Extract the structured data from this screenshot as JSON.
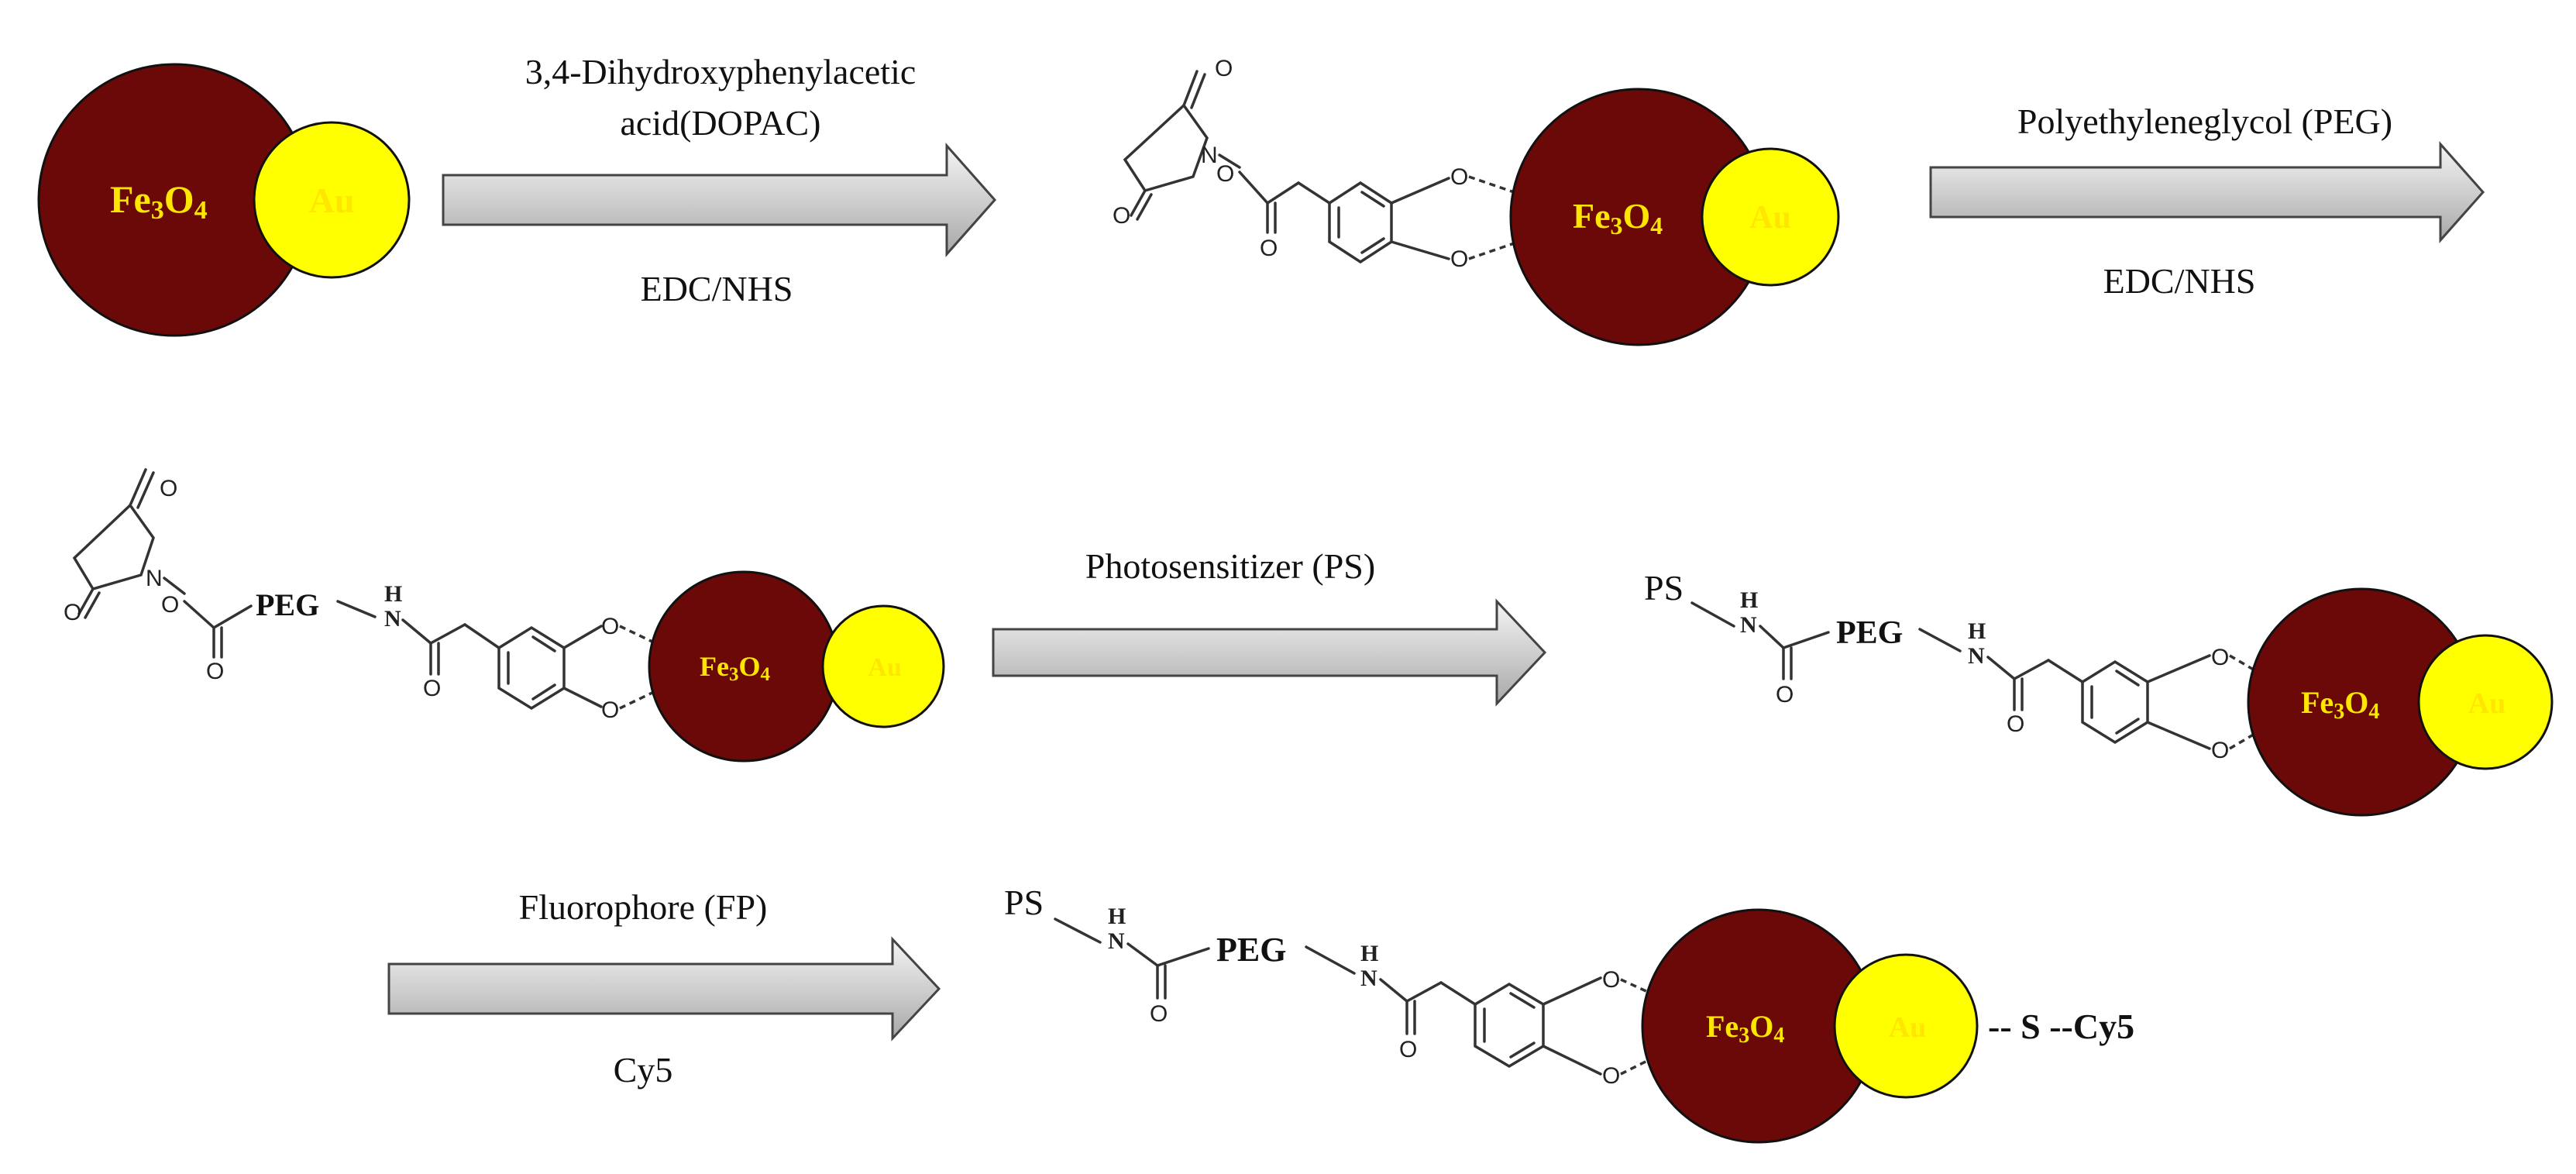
{
  "nanoparticle": {
    "core": "Fe3O4",
    "shell": "Au",
    "core_color": "#6b0909",
    "shell_color": "#ffff00",
    "label_color": "#ffe600"
  },
  "step1": {
    "reagent_line1": "3,4-Dihydroxyphenylacetic",
    "reagent_line2": "acid(DOPAC)",
    "conditions": "EDC/NHS"
  },
  "step2": {
    "reagent": "Polyethyleneglycol (PEG)",
    "conditions": "EDC/NHS"
  },
  "step3": {
    "reagent": "Photosensitizer (PS)"
  },
  "step4": {
    "reagent": "Fluorophore (FP)",
    "conditions": "Cy5"
  },
  "chem": {
    "oxygen": "O",
    "nitrogen": "N",
    "hydrogen": "H",
    "peg": "PEG",
    "ps": "PS",
    "sulfur_link": "-- S --Cy5"
  }
}
